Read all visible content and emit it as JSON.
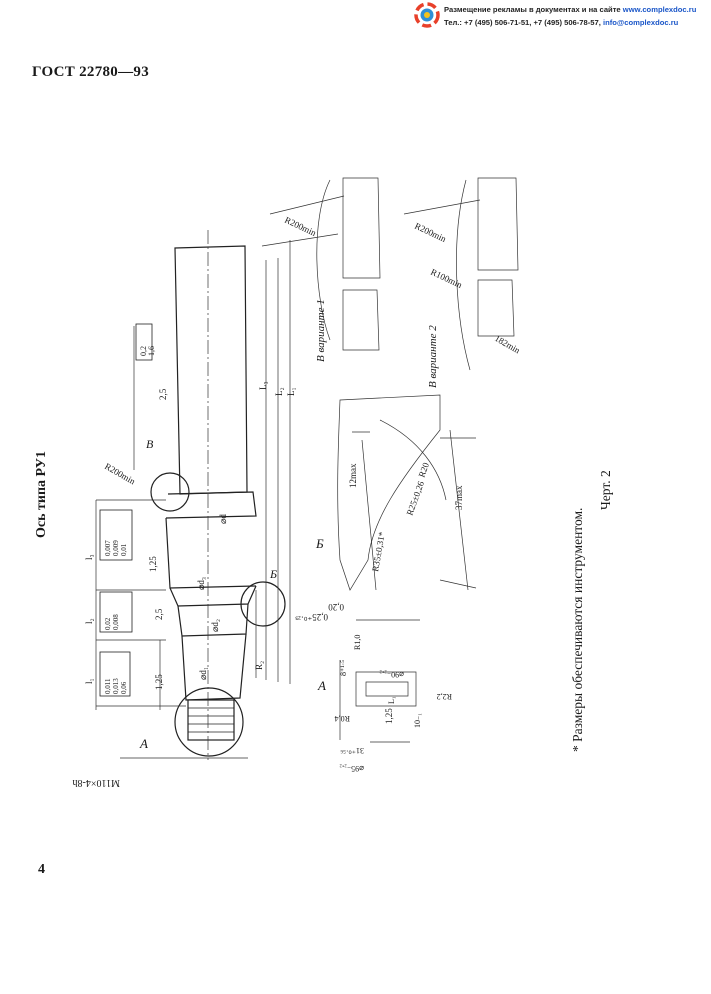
{
  "ad": {
    "line1_text": "Размещение рекламы в документах и на сайте",
    "line1_link": "www.complexdoc.ru",
    "line2_text": "Тел.: +7 (495) 506-71-51, +7 (495) 506-78-57,",
    "line2_link": "info@complexdoc.ru"
  },
  "header": {
    "standard": "ГОСТ 22780—93"
  },
  "side_title": "Ось типа РУ1",
  "footnote": "* Размеры обеспечиваются инструментом.",
  "figure_caption": "Черт. 2",
  "page_number": "4",
  "drawing": {
    "labels": {
      "view_A_main": "A",
      "view_A_detail": "A",
      "view_B_mark": "Б",
      "view_B_detail": "Б",
      "view_V_mark": "В",
      "variant1": "В варианте 1",
      "variant2": "В варианте 2",
      "thread": "М110×4-8h",
      "d_label": "⌀d",
      "d1_label": "⌀d₁",
      "d2_label": "⌀d₂",
      "d3_label": "⌀d₃",
      "R2_label": "R₂",
      "L1": "L₁",
      "L2": "L₂",
      "L3": "L₃",
      "l1": "l₁",
      "l2": "l₂",
      "l3": "l₃",
      "rough_125a": "1,25",
      "rough_125b": "1,25",
      "rough_125c": "1,25",
      "rough_25": "2,5",
      "rough_25b": "2,5",
      "R200min_main": "R200min",
      "R200min_v1": "R200min",
      "R200min_v2": "R200min",
      "R100min_v2": "R100min",
      "r182min": "182min",
      "r12max": "12max",
      "r37max": "37max",
      "R25": "R25±0,26",
      "R20": "R20",
      "R35": "R35±0,31*",
      "dim_025": "0,25⁺⁰·²⁵",
      "dim_020": "0,20",
      "tol_02": "0,2",
      "tol_16": "1,6",
      "tol_0007": "0,007",
      "tol_0009": "0,009",
      "tol_001": "0,01",
      "tol_002": "0,02",
      "tol_0008": "0,008",
      "tol_0011": "0,011",
      "tol_0013": "0,013",
      "tol_006": "0,06",
      "dim_31": "31⁺⁰·⁵⁶",
      "dim_phi95": "⌀95₋₂,₂",
      "dim_phi90": "⌀90₋₂,₂",
      "dim_R04": "R0,4",
      "dim_R10": "R1,0",
      "dim_R22": "R2,2",
      "dim_8": "8⁺¹·⁵",
      "dim_10": "10₋₁",
      "dim_L1": "L₁"
    }
  }
}
